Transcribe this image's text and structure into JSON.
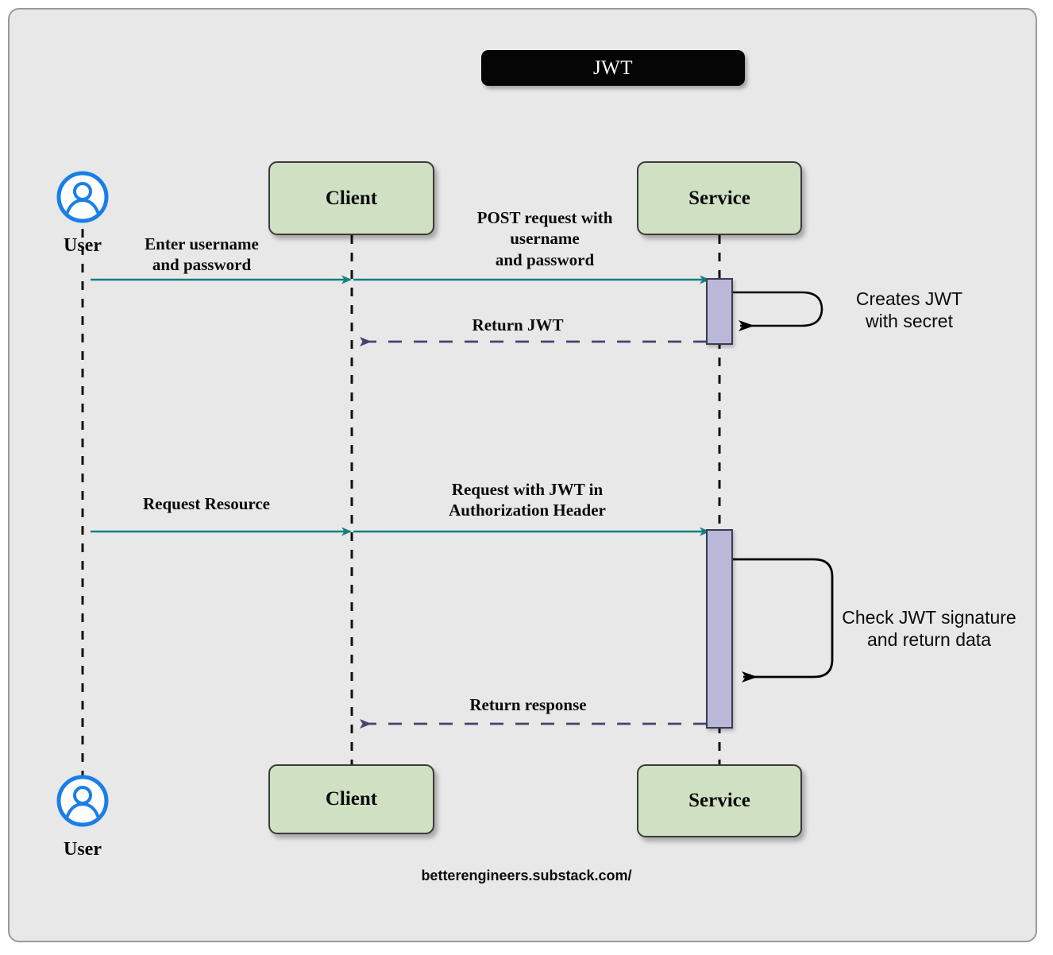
{
  "diagram": {
    "title": "JWT",
    "footer": "betterengineers.substack.com/",
    "type": "sequence-diagram",
    "colors": {
      "background": "#e8e8e8",
      "panel_border": "#9a9a9a",
      "title_bg": "#050505",
      "title_text": "#fdfdfd",
      "participant_fill": "#cfe0c3",
      "participant_border": "#3a3a3a",
      "activation_fill": "#b9b8d8",
      "activation_border": "#3a3a52",
      "request_arrow": "#117f7f",
      "response_arrow": "#3f3d6b",
      "selfloop_arrow": "#000000",
      "actor_ring": "#1a7ee8",
      "lifeline": "#111111"
    }
  },
  "participants": {
    "user": {
      "label": "User",
      "icon": "user-avatar-icon"
    },
    "client": {
      "label": "Client"
    },
    "service": {
      "label": "Service"
    }
  },
  "participants_bottom": {
    "user": {
      "label": "User",
      "icon": "user-avatar-icon"
    },
    "client": {
      "label": "Client"
    },
    "service": {
      "label": "Service"
    }
  },
  "messages": [
    {
      "id": "m1",
      "from": "user",
      "to": "client",
      "label": "Enter username\nand password",
      "style": "solid",
      "color": "#117f7f"
    },
    {
      "id": "m2",
      "from": "client",
      "to": "service",
      "label": "POST request with\nusername\nand password",
      "style": "solid",
      "color": "#117f7f"
    },
    {
      "id": "m3",
      "from": "service",
      "to": "client",
      "label": "Return JWT",
      "style": "dashed",
      "color": "#3f3d6b"
    },
    {
      "id": "m4",
      "from": "user",
      "to": "client",
      "label": "Request Resource",
      "style": "solid",
      "color": "#117f7f"
    },
    {
      "id": "m5",
      "from": "client",
      "to": "service",
      "label": "Request with JWT in\nAuthorization Header",
      "style": "solid",
      "color": "#117f7f"
    },
    {
      "id": "m6",
      "from": "service",
      "to": "client",
      "label": "Return response",
      "style": "dashed",
      "color": "#3f3d6b"
    }
  ],
  "self_messages": [
    {
      "id": "s1",
      "on": "service",
      "label": "Creates JWT\nwith secret"
    },
    {
      "id": "s2",
      "on": "service",
      "label": "Check JWT signature\nand return data"
    }
  ]
}
